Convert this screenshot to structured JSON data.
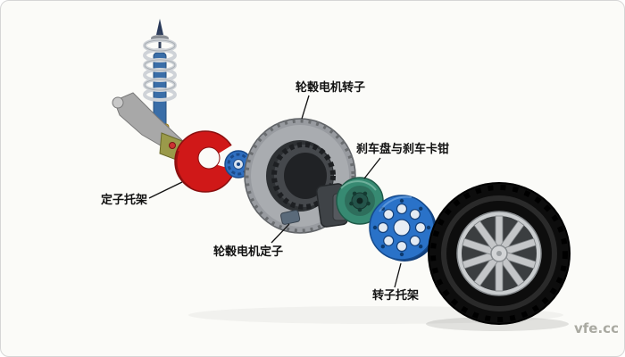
{
  "diagram": {
    "type": "exploded-view",
    "subject": "in-wheel hub motor assembly",
    "labels": {
      "hub_motor_rotor": "轮毂电机转子",
      "brake_disc_caliper": "刹车盘与刹车卡钳",
      "stator_bracket": "定子托架",
      "hub_motor_stator": "轮毂电机定子",
      "rotor_bracket": "转子托架"
    },
    "watermark": "vfe.cc",
    "parts": [
      {
        "name": "suspension-strut-assembly",
        "color": "#3a6ea8"
      },
      {
        "name": "coil-spring",
        "color": "#d8dade"
      },
      {
        "name": "control-arm",
        "color": "#a8a8a8"
      },
      {
        "name": "stator-bracket-plate",
        "color": "#d01818"
      },
      {
        "name": "wheel-hub",
        "color": "#2f6fc0"
      },
      {
        "name": "hub-motor-rotor-ring",
        "color": "#9a9da2"
      },
      {
        "name": "hub-motor-stator",
        "color": "#45484c"
      },
      {
        "name": "brake-caliper",
        "color": "#3f4347"
      },
      {
        "name": "brake-disc",
        "color": "#378a72"
      },
      {
        "name": "rotor-bracket-disc",
        "color": "#2a72c8"
      },
      {
        "name": "tire",
        "color": "#111111"
      },
      {
        "name": "wheel-rim",
        "color": "#c9ccce"
      }
    ],
    "background_color": "#fbfbf8",
    "border_color": "#d6d6d6"
  }
}
